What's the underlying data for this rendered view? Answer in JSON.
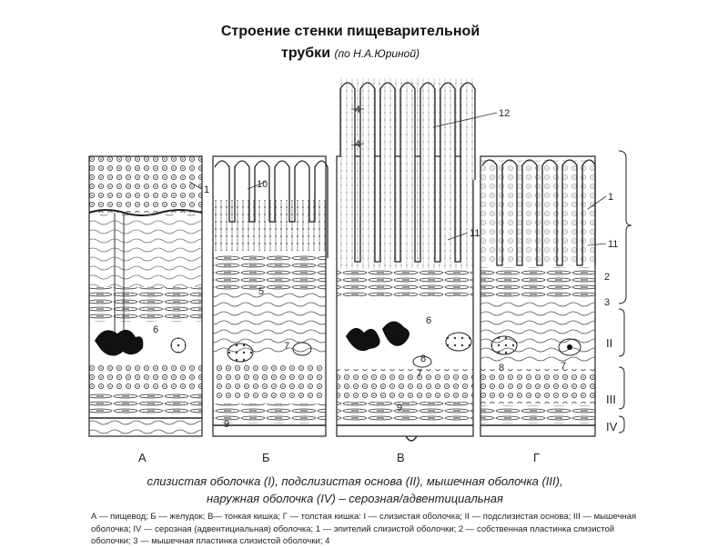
{
  "header": {
    "title_line1": "Строение стенки пищеварительной",
    "title_line2": "трубки",
    "author": "(по Н.А.Юриной)"
  },
  "figure": {
    "panels": [
      {
        "letter": "А",
        "organ": "пищевод"
      },
      {
        "letter": "Б",
        "organ": "желудок"
      },
      {
        "letter": "В",
        "organ": "тонкая кишка"
      },
      {
        "letter": "Г",
        "organ": "толстая кишка"
      }
    ],
    "layer_labels": [
      "I",
      "II",
      "III",
      "IV"
    ],
    "numbers": [
      "1",
      "2",
      "3",
      "4",
      "5",
      "6",
      "7",
      "8",
      "9",
      "10",
      "11",
      "12"
    ]
  },
  "caption": {
    "line1": "слизистая оболочка (I), подслизистая основа (II), мышечная оболочка (III),",
    "line2": "наружная оболочка (IV) – серозная/адвентициальная"
  },
  "legend": {
    "text": "А — пищевод; Б — желудок; В— тонкая кишка; Г — толстая кишка: I — слизистая оболочка; II — подслизистая основа; III — мышечная оболочка; IV — серозная (адвентициальная) оболочка; 1 — эпителий слизистой оболочки; 2 — собственная пластинка слизистой оболочки; 3 — мышечная пластинка слизистой оболочки; 4"
  }
}
